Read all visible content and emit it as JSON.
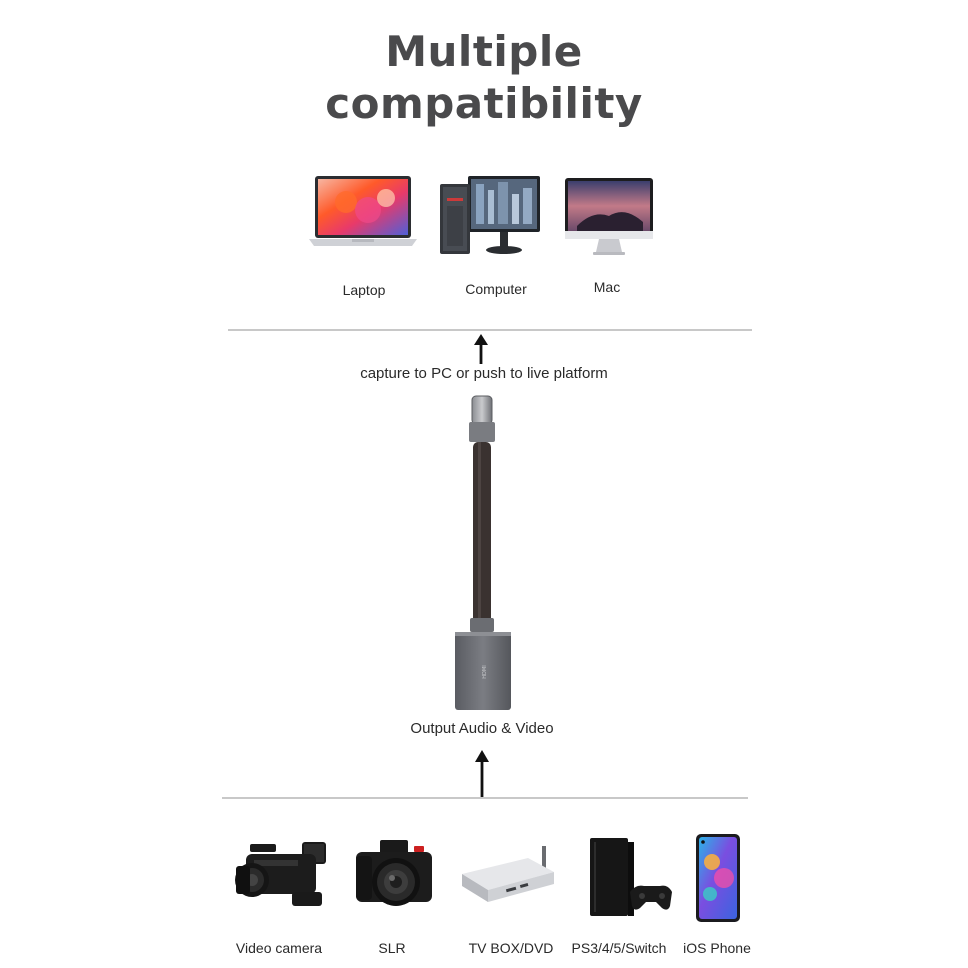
{
  "title": {
    "line1": "Multiple",
    "line2": "compatibility"
  },
  "top_devices": [
    {
      "label": "Laptop",
      "icon": "laptop-icon"
    },
    {
      "label": "Computer",
      "icon": "desktop-computer-icon"
    },
    {
      "label": "Mac",
      "icon": "imac-icon"
    }
  ],
  "capture_text": "capture to PC or push to live platform",
  "output_text": "Output Audio & Video",
  "bottom_devices": [
    {
      "label": "Video camera",
      "icon": "video-camera-icon"
    },
    {
      "label": "SLR",
      "icon": "slr-camera-icon"
    },
    {
      "label": "TV BOX/DVD",
      "icon": "tv-box-icon"
    },
    {
      "label": "PS3/4/5/Switch",
      "icon": "game-console-icon"
    },
    {
      "label": "iOS Phone",
      "icon": "smartphone-icon"
    }
  ],
  "colors": {
    "title": "#4a4a4c",
    "divider": "#c8c8c8",
    "adapter": "#6e7076",
    "cable": "#3a3230"
  }
}
